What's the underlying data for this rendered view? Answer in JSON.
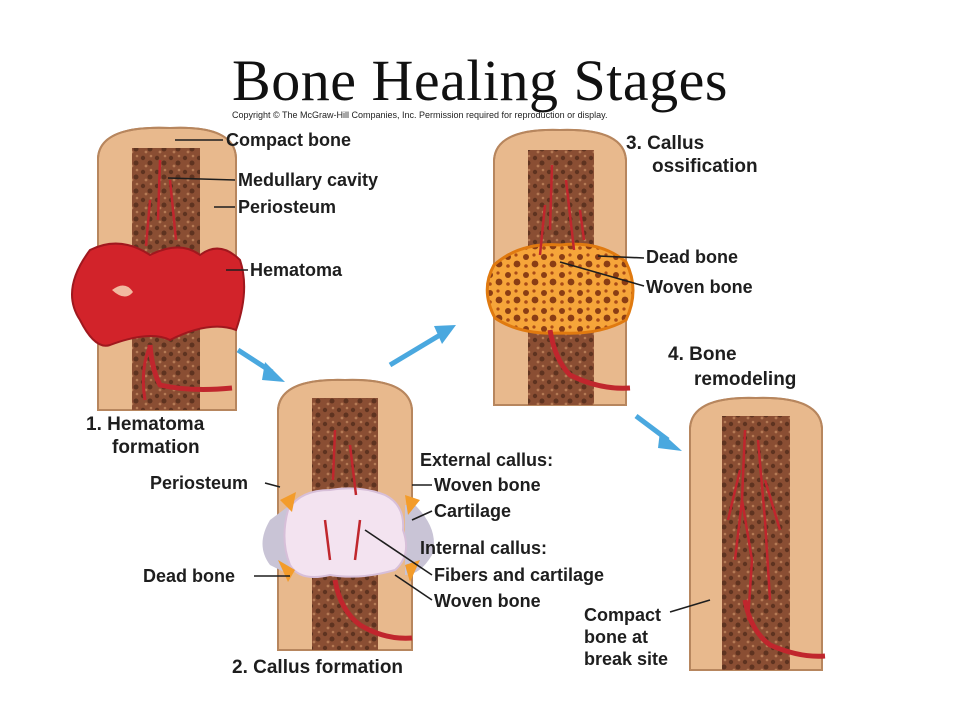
{
  "title": "Bone Healing Stages",
  "copyright": "Copyright © The McGraw-Hill Companies, Inc. Permission required for reproduction or display.",
  "stages": [
    {
      "number_label": "1. Hematoma",
      "number_label_2": "formation"
    },
    {
      "number_label": "2. Callus formation"
    },
    {
      "number_label": "3. Callus",
      "number_label_2": "ossification"
    },
    {
      "number_label": "4. Bone",
      "number_label_2": "remodeling"
    }
  ],
  "labels": {
    "compact_bone": "Compact bone",
    "medullary_cavity": "Medullary cavity",
    "periosteum_1": "Periosteum",
    "hematoma": "Hematoma",
    "periosteum_2": "Periosteum",
    "dead_bone_2": "Dead bone",
    "external_callus": "External callus:",
    "woven_bone_ext": "Woven bone",
    "cartilage": "Cartilage",
    "internal_callus": "Internal callus:",
    "fibers_cartilage": "Fibers and cartilage",
    "woven_bone_int": "Woven bone",
    "dead_bone_3": "Dead bone",
    "woven_bone_3": "Woven bone",
    "compact_break_1": "Compact",
    "compact_break_2": "bone at",
    "compact_break_3": "break site"
  },
  "colors": {
    "bone": "#e8b98d",
    "bone_edge": "#b7865e",
    "marrow": "#8a4e33",
    "blood": "#d2232a",
    "vessel": "#c0262d",
    "callus_soft": "#f3e3f0",
    "callus_gray": "#c9c4d6",
    "woven": "#f39c2b",
    "arrow": "#4aa8df"
  }
}
